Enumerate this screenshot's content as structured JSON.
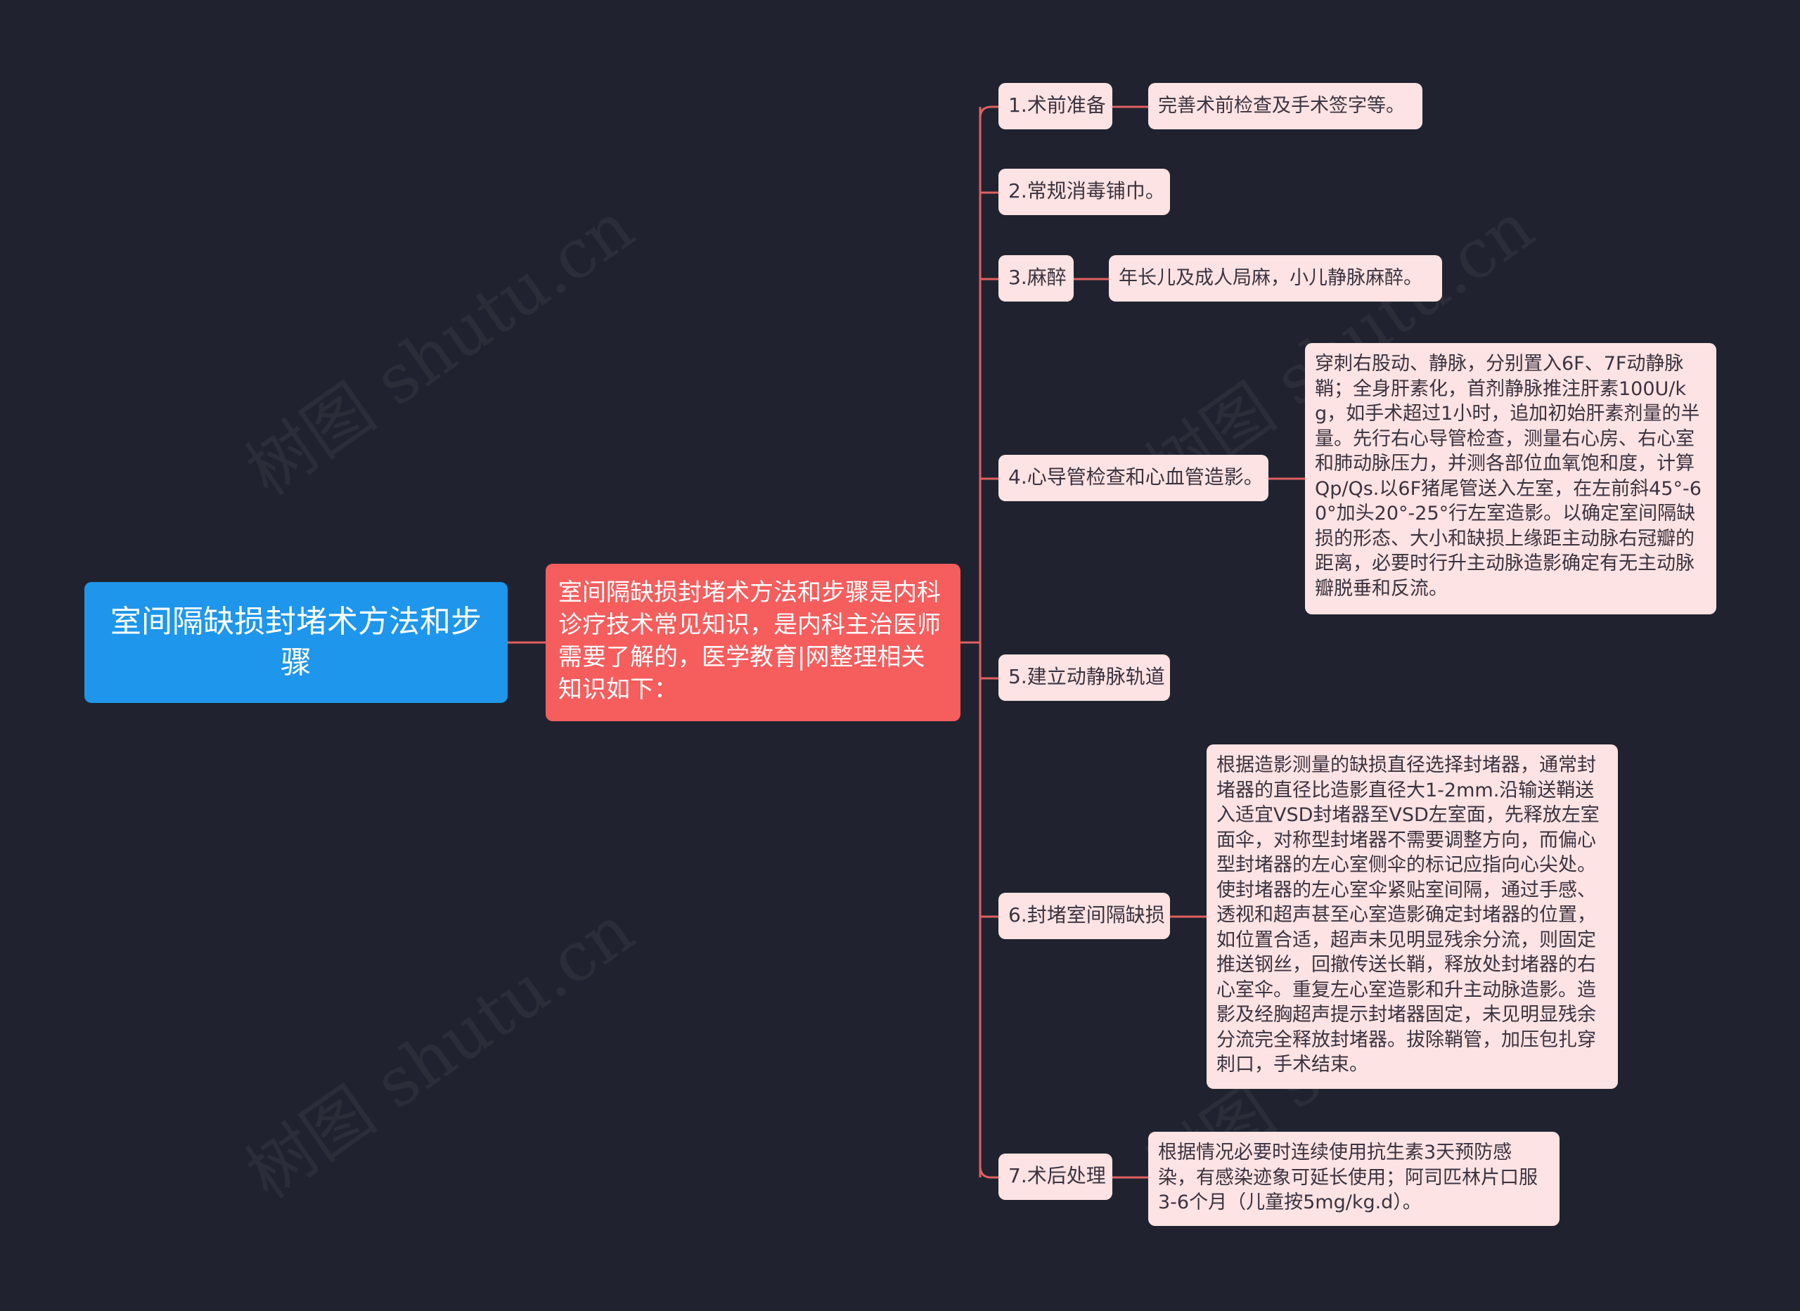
{
  "root": {
    "title": "室间隔缺损封堵术方法和步骤"
  },
  "center": {
    "text": "室间隔缺损封堵术方法和步骤是内科诊疗技术常见知识，是内科主治医师需要了解的，医学教育|网整理相关知识如下："
  },
  "steps": [
    {
      "label": "1.术前准备",
      "detail": "完善术前检查及手术签字等。"
    },
    {
      "label": "2.常规消毒铺巾。",
      "detail": ""
    },
    {
      "label": "3.麻醉",
      "detail": "年长儿及成人局麻，小儿静脉麻醉。"
    },
    {
      "label": "4.心导管检查和心血管造影。",
      "detail": "穿刺右股动、静脉，分别置入6F、7F动静脉鞘；全身肝素化，首剂静脉推注肝素100U/kg，如手术超过1小时，追加初始肝素剂量的半量。先行右心导管检查，测量右心房、右心室和肺动脉压力，并测各部位血氧饱和度，计算Qp/Qs.以6F猪尾管送入左室，在左前斜45°-60°加头20°-25°行左室造影。以确定室间隔缺损的形态、大小和缺损上缘距主动脉右冠瓣的距离，必要时行升主动脉造影确定有无主动脉瓣脱垂和反流。"
    },
    {
      "label": "5.建立动静脉轨道",
      "detail": ""
    },
    {
      "label": "6.封堵室间隔缺损",
      "detail": "根据造影测量的缺损直径选择封堵器，通常封堵器的直径比造影直径大1-2mm.沿输送鞘送入适宜VSD封堵器至VSD左室面，先释放左室面伞，对称型封堵器不需要调整方向，而偏心型封堵器的左心室侧伞的标记应指向心尖处。使封堵器的左心室伞紧贴室间隔，通过手感、透视和超声甚至心室造影确定封堵器的位置，如位置合适，超声未见明显残余分流，则固定推送钢丝，回撤传送长鞘，释放处封堵器的右心室伞。重复左心室造影和升主动脉造影。造影及经胸超声提示封堵器固定，未见明显残余分流完全释放封堵器。拔除鞘管，加压包扎穿刺口，手术结束。"
    },
    {
      "label": "7.术后处理",
      "detail": "根据情况必要时连续使用抗生素3天预防感染，有感染迹象可延长使用；阿司匹林片口服3-6个月（儿童按5mg/kg.d）。"
    }
  ],
  "watermark": "树图 shutu.cn",
  "colors": {
    "background": "#20232f",
    "root": "#1e96ec",
    "center": "#f65d5d",
    "leaf": "#fde3e3",
    "connector": "#e0605f"
  }
}
